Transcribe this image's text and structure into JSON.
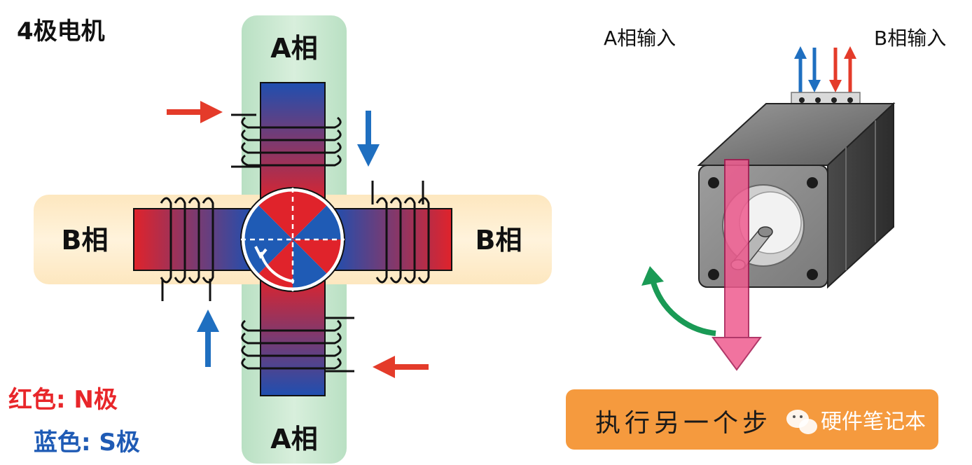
{
  "title": "4极电机",
  "phase_labels": {
    "a_top": "A相",
    "a_bottom": "A相",
    "b_left": "B相",
    "b_right": "B相"
  },
  "legend": {
    "red_label": "红色: N极",
    "blue_label": "蓝色: S极"
  },
  "motor": {
    "a_input_label": "A相输入",
    "b_input_label": "B相输入"
  },
  "banner": {
    "text": "执行另一个步",
    "watermark": "硬件笔记本"
  },
  "colors": {
    "north_red": "#e8262a",
    "south_blue": "#1f5bb5",
    "a_phase_band": "#cfe9d3",
    "b_phase_band": "#fde9c4",
    "rotation_green": "#1a9a55",
    "pointer_pink": "#ef5b8f",
    "banner_orange": "#f59a3e",
    "arrow_red": "#e43b2a",
    "arrow_blue": "#1f6fc0"
  },
  "icons": {
    "watermark": "wechat-icon"
  }
}
